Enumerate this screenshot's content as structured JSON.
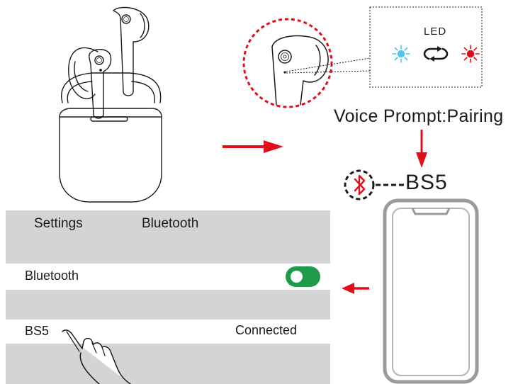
{
  "led": {
    "label": "LED",
    "colors": {
      "blue": "#4fc6f0",
      "red": "#e0101a"
    }
  },
  "voice_prompt": "Voice Prompt:Pairing",
  "device_name": "BS5",
  "settings": {
    "header": "Settings",
    "page_title": "Bluetooth",
    "bluetooth_label": "Bluetooth",
    "bluetooth_enabled": true,
    "device_label": "BS5",
    "device_status": "Connected"
  },
  "colors": {
    "accent_red": "#e0101a",
    "toggle_green": "#1f9a4a",
    "panel_gray": "#d2d4d5"
  },
  "icons": [
    "earbud-case-icon",
    "fingerprint-icon",
    "blue-led-icon",
    "cycle-arrows-icon",
    "red-led-icon",
    "bluetooth-icon",
    "phone-icon",
    "hand-pointer-icon",
    "arrow-right-icon",
    "arrow-down-icon",
    "arrow-left-icon"
  ]
}
